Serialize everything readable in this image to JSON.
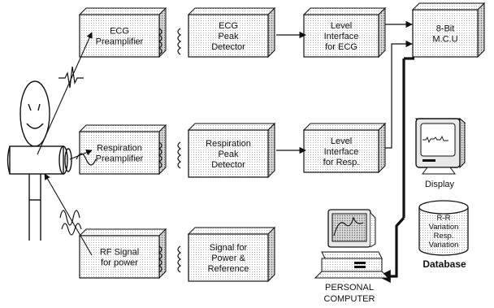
{
  "blocks": {
    "ecg_pre": [
      "ECG",
      "Preamplifier"
    ],
    "ecg_peak": [
      "ECG",
      "Peak",
      "Detector"
    ],
    "level_ecg": [
      "Level",
      "Interface",
      "for ECG"
    ],
    "mcu": [
      "8-Bit",
      "M.C.U"
    ],
    "resp_pre": [
      "Respiration",
      "Preamplifier"
    ],
    "resp_peak": [
      "Respiration",
      "Peak",
      "Detector"
    ],
    "level_resp": [
      "Level",
      "Interface",
      "for Resp."
    ],
    "rf_signal": [
      "RF Signal",
      "for power"
    ],
    "signal_power": [
      "Signal for",
      "Power &",
      "Reference"
    ]
  },
  "display_label": "Display",
  "database": {
    "lines": [
      "R-R",
      "Variation",
      "Resp.",
      "Variation"
    ],
    "label": "Database"
  },
  "pc_label": [
    "PERSONAL",
    "COMPUTER"
  ]
}
